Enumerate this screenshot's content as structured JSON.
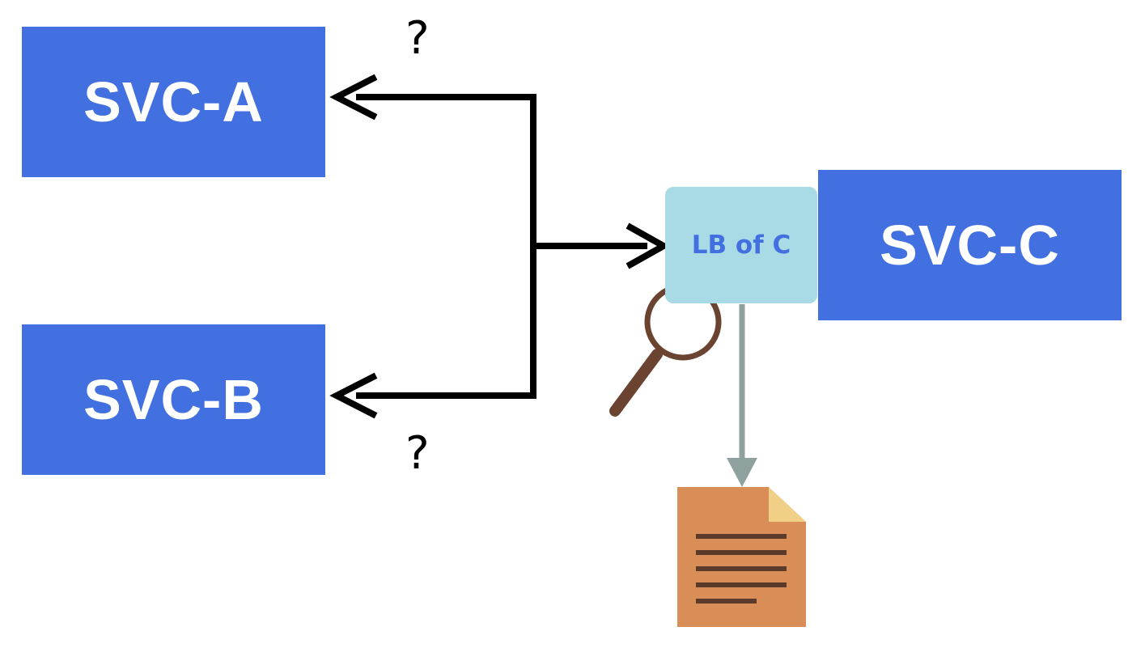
{
  "nodes": {
    "svc_a": "SVC-A",
    "svc_b": "SVC-B",
    "svc_c": "SVC-C",
    "lb": "LB of C"
  },
  "annotations": {
    "q_top": "?",
    "q_bottom": "?"
  },
  "icons": {
    "inspect": "magnifier-icon",
    "log": "document-icon"
  },
  "colors": {
    "service": "#4370e0",
    "load_balancer": "#a8dbe5",
    "service_text": "#ffffff",
    "lb_text": "#4370e0",
    "arrow": "#000000",
    "log_arrow": "#8fa19e",
    "magnifier": "#6b4431",
    "document": "#d98e57",
    "document_fold": "#f0cf86"
  }
}
